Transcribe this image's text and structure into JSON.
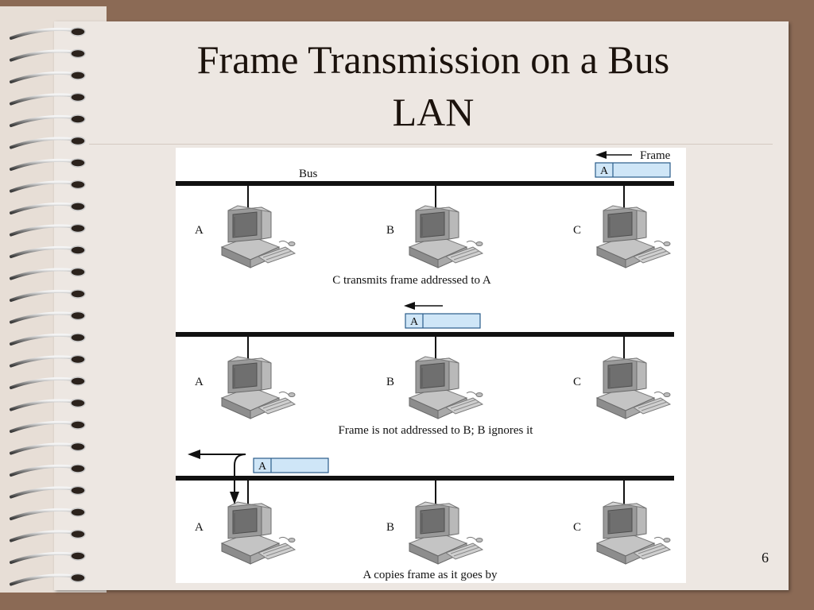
{
  "slide": {
    "title_line1": "Frame Transmission on a Bus",
    "title_line2": "LAN",
    "page_number": "6"
  },
  "diagram": {
    "bus_label": "Bus",
    "frame_label": "Frame",
    "frame_address": "A",
    "stations": [
      "A",
      "B",
      "C"
    ],
    "captions": [
      "C transmits frame addressed to A",
      "Frame is not addressed to B; B ignores it",
      "A copies frame as it goes by"
    ]
  },
  "colors": {
    "background": "#8b6a55",
    "paper": "#ede7e2",
    "frame_fill": "#cfe6f7",
    "frame_stroke": "#2a5c8a"
  }
}
